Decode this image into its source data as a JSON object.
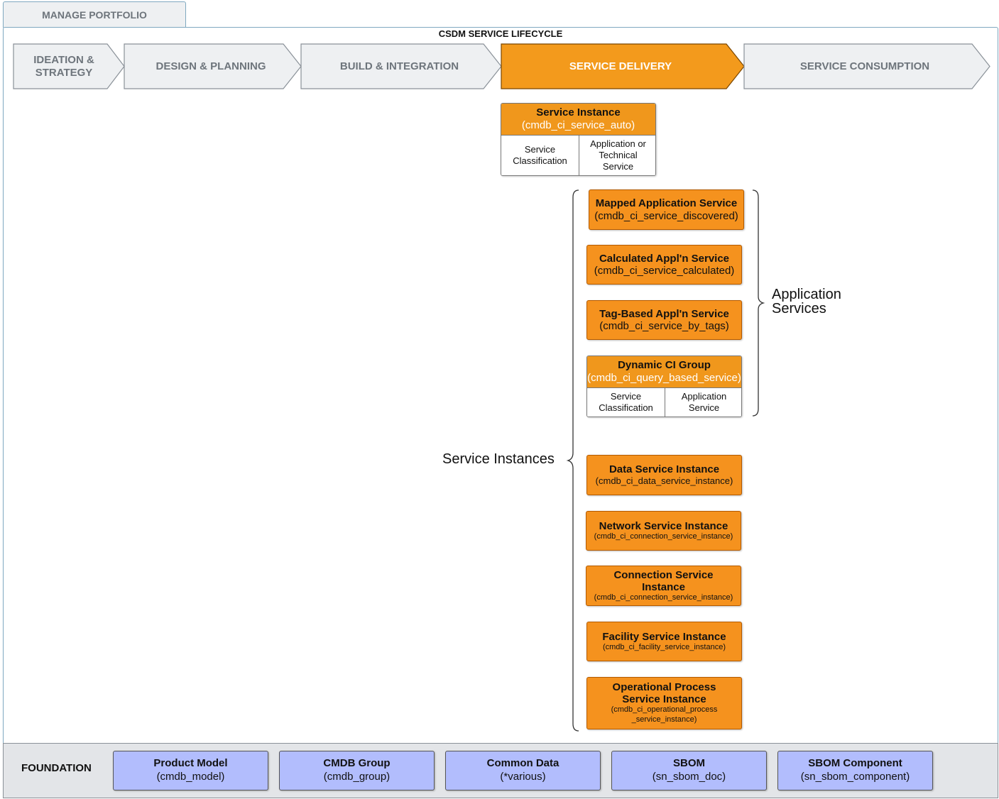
{
  "tab": {
    "label": "MANAGE PORTFOLIO"
  },
  "lifecycle": {
    "title": "CSDM SERVICE LIFECYCLE",
    "stages": [
      {
        "label": "IDEATION & STRATEGY"
      },
      {
        "label": "DESIGN & PLANNING"
      },
      {
        "label": "BUILD & INTEGRATION"
      },
      {
        "label": "SERVICE DELIVERY"
      },
      {
        "label": "SERVICE CONSUMPTION"
      }
    ]
  },
  "colors": {
    "active_stage": "#f39a1c",
    "inactive_stage": "#eef0f2",
    "service_box": "#f5921e",
    "foundation_box": "#b2bdfd"
  },
  "service_instance": {
    "title": "Service Instance",
    "table": "(cmdb_ci_service_auto)",
    "cells": [
      "Service Classification",
      "Application or Technical Service"
    ]
  },
  "application_services": {
    "label": "Application Services",
    "items": [
      {
        "title": "Mapped Application Service",
        "table": "(cmdb_ci_service_discovered)"
      },
      {
        "title": "Calculated Appl'n Service",
        "table": "(cmdb_ci_service_calculated)"
      },
      {
        "title": "Tag-Based Appl'n Service",
        "table": "(cmdb_ci_service_by_tags)"
      }
    ],
    "dynamic_group": {
      "title": "Dynamic CI Group",
      "table": "(cmdb_ci_query_based_service)",
      "cells": [
        "Service Classification",
        "Application Service"
      ]
    }
  },
  "service_instances": {
    "label": "Service Instances",
    "items": [
      {
        "title": "Data Service Instance",
        "table": "(cmdb_ci_data_service_instance)"
      },
      {
        "title": "Network Service Instance",
        "table": "(cmdb_ci_connection_service_instance)"
      },
      {
        "title": "Connection Service Instance",
        "table": "(cmdb_ci_connection_service_instance)"
      },
      {
        "title": "Facility Service Instance",
        "table": "(cmdb_ci_facility_service_instance)"
      },
      {
        "title": "Operational Process Service Instance",
        "table": "(cmdb_ci_operational_process _service_instance)"
      }
    ]
  },
  "foundation": {
    "label": "FOUNDATION",
    "items": [
      {
        "title": "Product Model",
        "table": "(cmdb_model)"
      },
      {
        "title": "CMDB Group",
        "table": "(cmdb_group)"
      },
      {
        "title": "Common Data",
        "table": "(*various)"
      },
      {
        "title": "SBOM",
        "table": "(sn_sbom_doc)"
      },
      {
        "title": "SBOM Component",
        "table": "(sn_sbom_component)"
      }
    ]
  }
}
